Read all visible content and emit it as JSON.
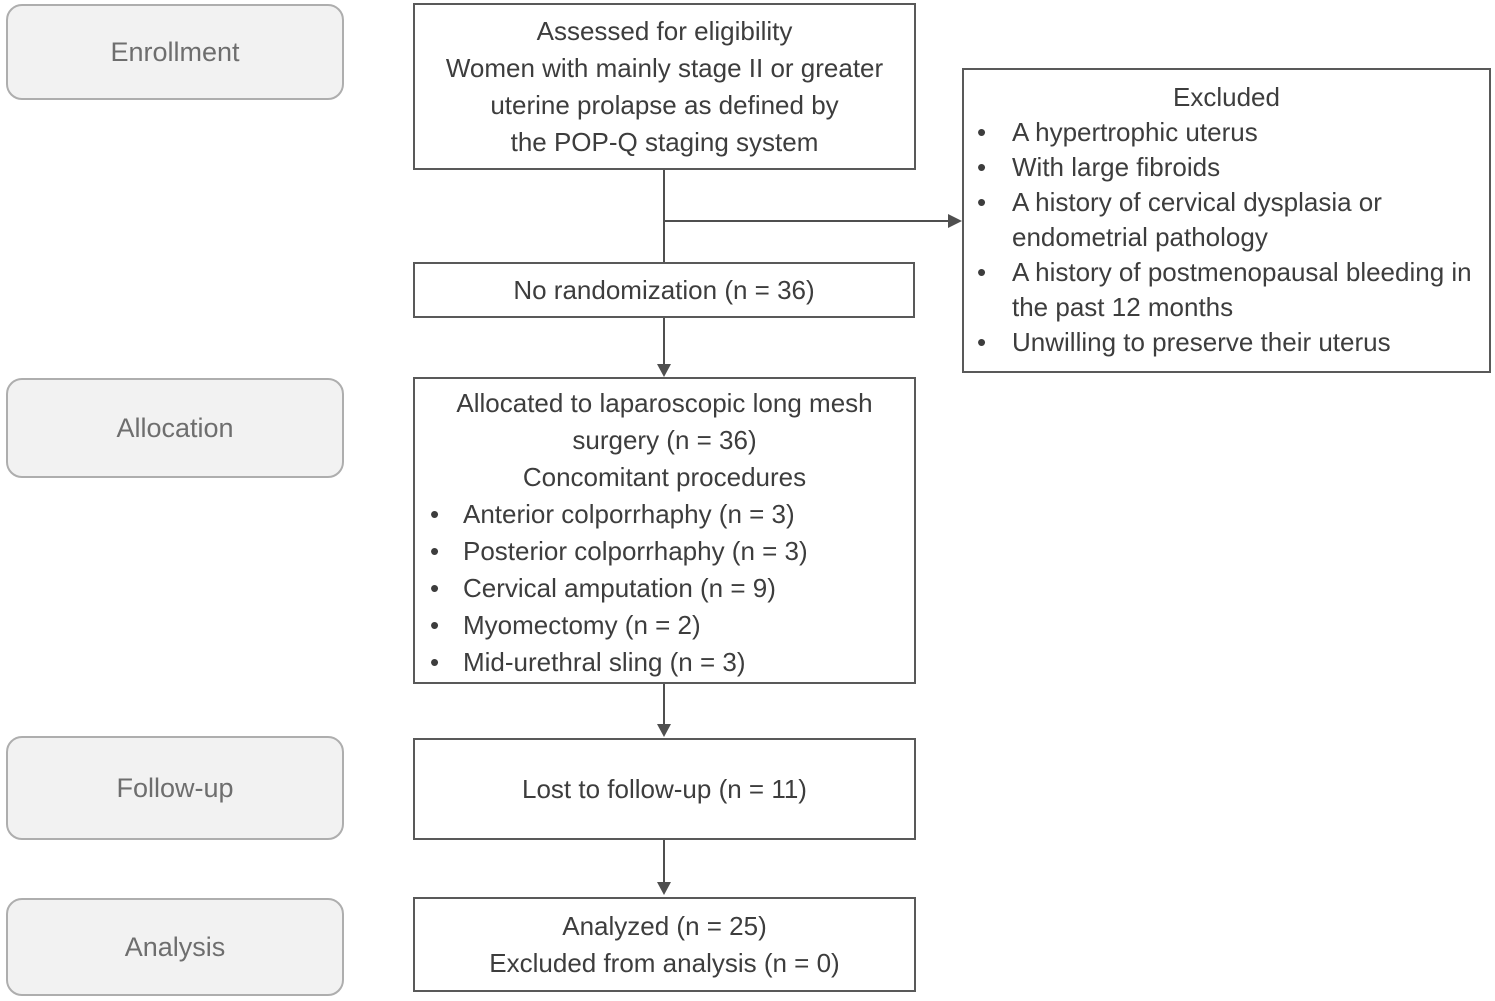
{
  "stages": {
    "enrollment": "Enrollment",
    "allocation": "Allocation",
    "followup": "Follow-up",
    "analysis": "Analysis"
  },
  "assessed": {
    "lines": [
      "Assessed for eligibility",
      "Women with mainly stage II or greater",
      "uterine prolapse as defined by",
      "the POP-Q staging system"
    ]
  },
  "no_randomization": {
    "text": "No randomization (n = 36)"
  },
  "excluded": {
    "title": "Excluded",
    "bullet": "•",
    "items": [
      "A hypertrophic uterus",
      "With large fibroids",
      "A history of cervical dysplasia or endometrial pathology",
      "A history of postmenopausal bleeding in the past 12 months",
      "Unwilling to preserve their uterus"
    ]
  },
  "allocated": {
    "lines": [
      "Allocated to laparoscopic long mesh",
      "surgery (n = 36)",
      "Concomitant procedures"
    ],
    "items": [
      "Anterior colporrhaphy (n = 3)",
      "Posterior colporrhaphy (n = 3)",
      "Cervical amputation (n = 9)",
      "Myomectomy (n = 2)",
      "Mid-urethral sling (n = 3)"
    ]
  },
  "lost_followup": {
    "text": "Lost to follow-up (n = 11)"
  },
  "analyzed": {
    "lines": [
      "Analyzed (n = 25)",
      "Excluded from analysis (n = 0)"
    ]
  },
  "colors": {
    "process_border": "#595959",
    "stage_fill": "#f2f2f2",
    "stage_border": "#aeaeae",
    "stage_text": "#6e6e6e",
    "body_text": "#3d3d3d",
    "connector": "#4f4f4f"
  }
}
